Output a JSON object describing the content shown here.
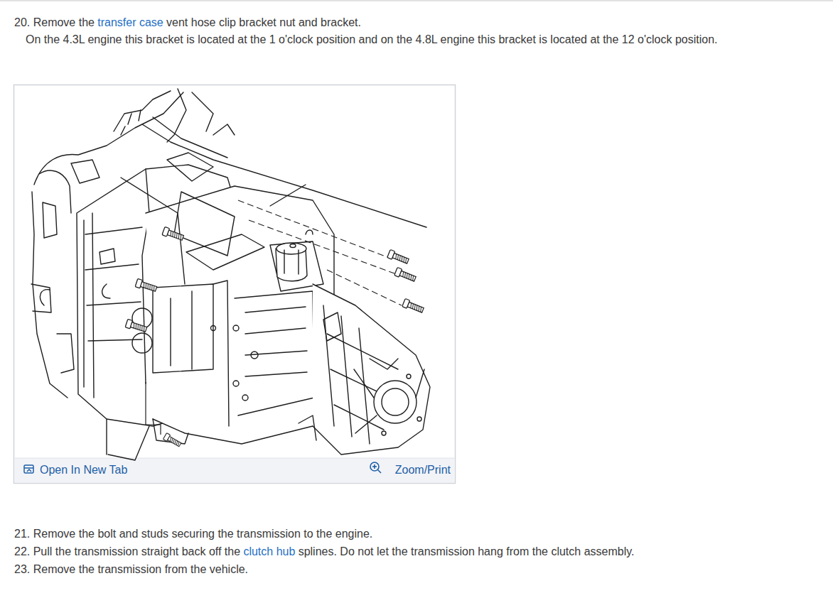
{
  "diagram": {
    "labels": [
      "20. Remove the",
      "transfer case",
      "vent hose clip bracket nut and bracket.",
      "On the 4.3L engine this bracket is located at the 1 o'clock position and on the 4.8L engine this bracket is located at the 12 o'clock position.",
      "Open In New Tab",
      "Zoom/Print",
      "21. Remove the bolt and studs securing the transmission to the engine.",
      "22. Pull the transmission straight back off the",
      "clutch hub",
      "splines. Do not let the transmission hang from the clutch assembly.",
      "23. Remove the transmission from the vehicle."
    ]
  }
}
